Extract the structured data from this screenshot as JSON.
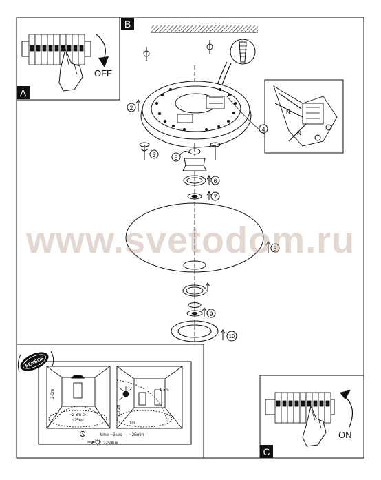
{
  "panels": {
    "a": {
      "letter": "A",
      "switch_label": "OFF"
    },
    "b": {
      "letter": "B"
    },
    "c": {
      "letter": "C",
      "switch_label": "ON"
    }
  },
  "steps": [
    "2",
    "3",
    "4",
    "5",
    "6",
    "7",
    "8",
    "9",
    "10"
  ],
  "sensor": {
    "badge": "SENSOR",
    "left_height": "2-3m",
    "left_range": "~2-3m ∅",
    "left_angle": "~25m²",
    "right_height": "1.75m",
    "right_range": "1-5m",
    "right_foot": "1m",
    "time_text": "time ~5sec → ~25min",
    "lux_text": "2-30lux"
  },
  "watermark": "www.svetodom.ru",
  "colors": {
    "line": "#111111",
    "watermark": "#b9a091"
  }
}
